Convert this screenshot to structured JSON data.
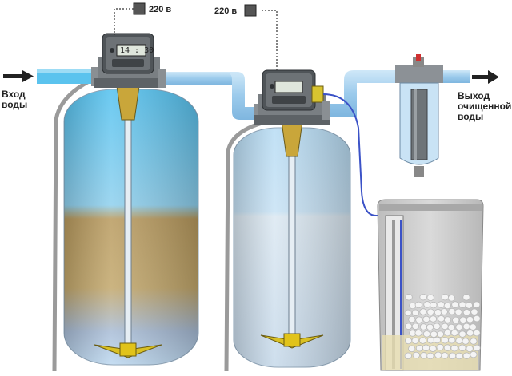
{
  "labels": {
    "water_in": "Вход\nводы",
    "water_out": "Выход\nочищенной\nводы",
    "voltage_1": "220 в",
    "voltage_2": "220 в",
    "display_time": "14 : 30"
  },
  "colors": {
    "water_top": "#5ec8f0",
    "sediment": "#b8975a",
    "water_light": "#b9d9f3",
    "pipe": "#a9d2ee",
    "controller": "#555a5e",
    "impeller": "#e0c020",
    "brine_tank": "#d0d0d0",
    "tube": "#3b52c7"
  },
  "icons": [
    "arrow-in-icon",
    "arrow-out-icon",
    "plug-box-icon",
    "controller-icon",
    "filter-cartridge-icon",
    "salt-pellets-icon"
  ]
}
